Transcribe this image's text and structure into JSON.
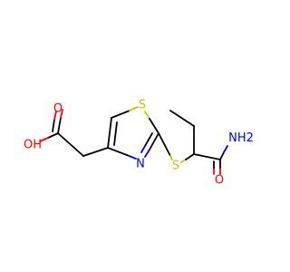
{
  "molecule": {
    "atoms": {
      "oxygen_carbonyl_acid": "O",
      "hydroxyl": "OH",
      "sulfur_ring": "S",
      "nitrogen_ring": "N",
      "sulfur_thioether": "S",
      "amide_nh2": "NH2",
      "oxygen_amide": "O"
    }
  },
  "colors": {
    "bond": "#000000",
    "oxygen": "#ff0000",
    "sulfur": "#c6c600",
    "nitrogen": "#0000ff"
  }
}
